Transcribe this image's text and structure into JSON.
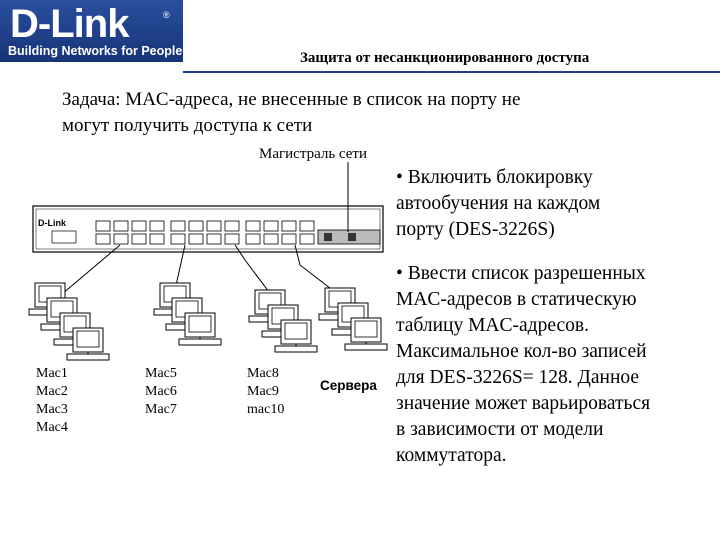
{
  "logo": {
    "brand": "D-Link",
    "registered": "®",
    "tagline": "Building Networks for People"
  },
  "slide_title": "Защита от несанкционированного доступа",
  "task": {
    "line1": "Задача: MAC-адреса, не внесенные в список на порту не",
    "line2": "могут получить доступа к сети"
  },
  "diagram": {
    "backbone_label": "Магистраль сети",
    "switch_brand": "D-Link",
    "servers_label": "Сервера",
    "groups": [
      {
        "macs": [
          "Mac1",
          "Mac2",
          "Mac3",
          "Mac4"
        ]
      },
      {
        "macs": [
          "Mac5",
          "Mac6",
          "Mac7"
        ]
      },
      {
        "macs": [
          "Mac8",
          "Mac9",
          "mac10"
        ]
      }
    ]
  },
  "bullets": [
    {
      "lines": [
        "• Включить блокировку",
        "автообучения на каждом",
        "порту (DES-3226S)"
      ]
    },
    {
      "lines": [
        "• Ввести список разрешенных",
        "MAC-адресов в статическую",
        "таблицу MAC-адресов.",
        "Максимальное кол-во записей",
        "для DES-3226S= 128. Данное",
        "значение может варьироваться",
        "в зависимости от модели",
        "коммутатора."
      ]
    }
  ],
  "colors": {
    "brand_blue": "#1f3f8f"
  }
}
